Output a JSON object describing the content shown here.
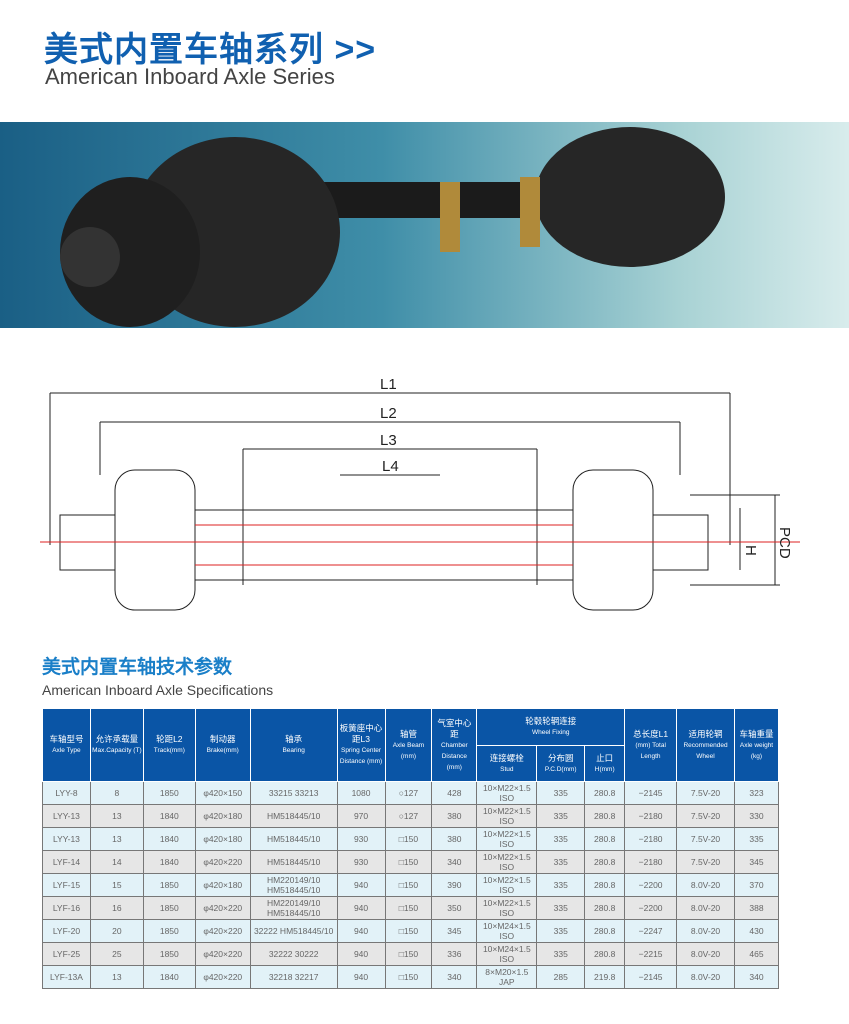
{
  "title_cn": "美式内置车轴系列 >>",
  "title_en": "American Inboard Axle Series",
  "diagram_labels": {
    "l1": "L1",
    "l2": "L2",
    "l3": "L3",
    "l4": "L4",
    "h": "H",
    "pcd": "PCD"
  },
  "spec_title_cn": "美式内置车轴技术参数",
  "spec_title_en": "American Inboard Axle Specifications",
  "headers": {
    "axle_type": {
      "cn": "车轴型号",
      "en": "Axle Type"
    },
    "capacity": {
      "cn": "允许承载量",
      "en": "Max.Capacity (T)"
    },
    "track": {
      "cn": "轮距L2",
      "en": "Track(mm)"
    },
    "brake": {
      "cn": "制动器",
      "en": "Brake(mm)"
    },
    "bearing": {
      "cn": "轴承",
      "en": "Bearing"
    },
    "spring": {
      "cn": "板簧座中心距L3",
      "en": "Spring Center Distance (mm)"
    },
    "beam": {
      "cn": "轴管",
      "en": "Axle Beam (mm)"
    },
    "chamber": {
      "cn": "气室中心距",
      "en": "Chamber Distance (mm)"
    },
    "wheel_fixing": {
      "cn": "轮毂轮辋连接",
      "en": "Wheel Fixing"
    },
    "stud": {
      "cn": "连接螺栓",
      "en": "Stud"
    },
    "pcd": {
      "cn": "分布圆",
      "en": "P.C.D(mm)"
    },
    "h": {
      "cn": "止口",
      "en": "H(mm)"
    },
    "length": {
      "cn": "总长度L1",
      "en": "(mm) Total Length"
    },
    "wheel": {
      "cn": "适用轮辋",
      "en": "Recommended Wheel"
    },
    "weight": {
      "cn": "车轴重量",
      "en": "Axle weight (kg)"
    }
  },
  "rows": [
    [
      "LYY-8",
      "8",
      "1850",
      "φ420×150",
      "33215  33213",
      "1080",
      "○127",
      "428",
      "10×M22×1.5 ISO",
      "335",
      "280.8",
      "−2145",
      "7.5V-20",
      "323"
    ],
    [
      "LYY-13",
      "13",
      "1840",
      "φ420×180",
      "HM518445/10",
      "970",
      "○127",
      "380",
      "10×M22×1.5 ISO",
      "335",
      "280.8",
      "−2180",
      "7.5V-20",
      "330"
    ],
    [
      "LYY-13",
      "13",
      "1840",
      "φ420×180",
      "HM518445/10",
      "930",
      "□150",
      "380",
      "10×M22×1.5 ISO",
      "335",
      "280.8",
      "−2180",
      "7.5V-20",
      "335"
    ],
    [
      "LYF-14",
      "14",
      "1840",
      "φ420×220",
      "HM518445/10",
      "930",
      "□150",
      "340",
      "10×M22×1.5 ISO",
      "335",
      "280.8",
      "−2180",
      "7.5V-20",
      "345"
    ],
    [
      "LYF-15",
      "15",
      "1850",
      "φ420×180",
      "HM220149/10 HM518445/10",
      "940",
      "□150",
      "390",
      "10×M22×1.5 ISO",
      "335",
      "280.8",
      "−2200",
      "8.0V-20",
      "370"
    ],
    [
      "LYF-16",
      "16",
      "1850",
      "φ420×220",
      "HM220149/10 HM518445/10",
      "940",
      "□150",
      "350",
      "10×M22×1.5 ISO",
      "335",
      "280.8",
      "−2200",
      "8.0V-20",
      "388"
    ],
    [
      "LYF-20",
      "20",
      "1850",
      "φ420×220",
      "32222 HM518445/10",
      "940",
      "□150",
      "345",
      "10×M24×1.5 ISO",
      "335",
      "280.8",
      "−2247",
      "8.0V-20",
      "430"
    ],
    [
      "LYF-25",
      "25",
      "1850",
      "φ420×220",
      "32222 30222",
      "940",
      "□150",
      "336",
      "10×M24×1.5 ISO",
      "335",
      "280.8",
      "−2215",
      "8.0V-20",
      "465"
    ],
    [
      "LYF-13A",
      "13",
      "1840",
      "φ420×220",
      "32218 32217",
      "940",
      "□150",
      "340",
      "8×M20×1.5 JAP",
      "285",
      "219.8",
      "−2145",
      "8.0V-20",
      "340"
    ]
  ]
}
